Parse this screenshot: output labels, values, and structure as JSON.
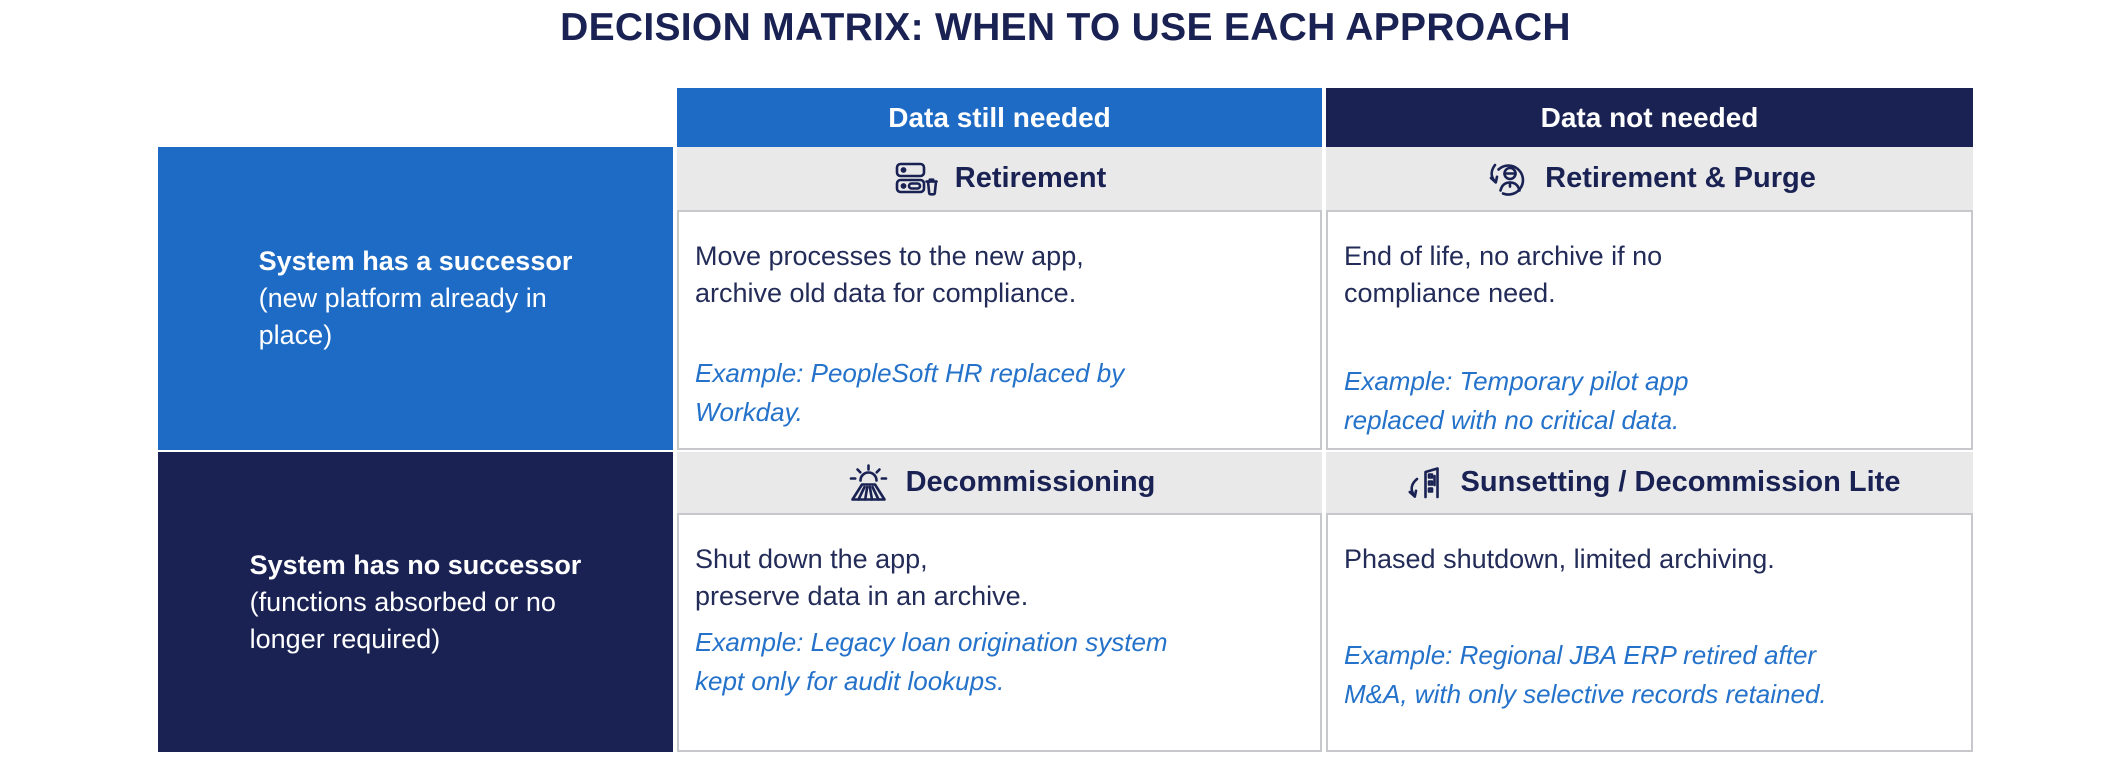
{
  "title": "DECISION MATRIX: WHEN TO USE EACH APPROACH",
  "colors": {
    "blue": "#1d6bc4",
    "navy": "#192253",
    "band_gray": "#e9e9ea",
    "body_text_navy": "#232c58",
    "example_blue": "#2472ca",
    "cell_border_gray": "#c6c8cc"
  },
  "columns": [
    {
      "label": "Data still needed"
    },
    {
      "label": "Data not needed"
    }
  ],
  "rows": [
    {
      "header": {
        "title": "System has a successor",
        "subtitle": "(new platform already in\nplace)"
      },
      "cells": [
        {
          "icon": "server-trash-icon",
          "approach": "Retirement",
          "description": "Move processes to the new app,\narchive old data for compliance.",
          "example": "Example: PeopleSoft HR replaced by\nWorkday."
        },
        {
          "icon": "user-purge-icon",
          "approach": "Retirement & Purge",
          "description": "End of life, no archive if no\ncompliance need.",
          "example": "Example: Temporary pilot app\nreplaced with no critical data."
        }
      ]
    },
    {
      "header": {
        "title": "System has no successor",
        "subtitle": "(functions absorbed or no\nlonger required)"
      },
      "cells": [
        {
          "icon": "sunrise-field-icon",
          "approach": "Decommissioning",
          "description": "Shut down the app,\npreserve data in an archive.",
          "example": "Example: Legacy loan origination system\nkept only for audit lookups."
        },
        {
          "icon": "building-sunset-icon",
          "approach": "Sunsetting / Decommission Lite",
          "description": "Phased shutdown, limited archiving.",
          "example": "Example: Regional JBA ERP retired after\nM&A, with only selective records retained."
        }
      ]
    }
  ]
}
